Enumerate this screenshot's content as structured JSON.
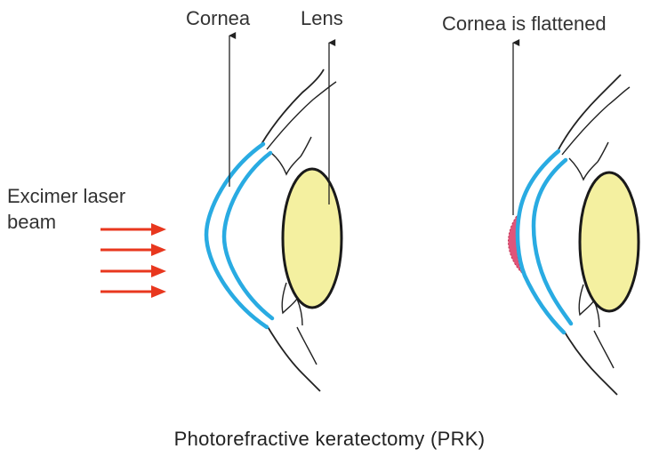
{
  "labels": {
    "cornea": "Cornea",
    "lens": "Lens",
    "cornea_flattened": "Cornea is flattened",
    "laser_line1": "Excimer laser",
    "laser_line2": "beam"
  },
  "caption": "Photorefractive keratectomy (PRK)",
  "colors": {
    "cornea": "#29abe2",
    "lens_fill": "#f4f0a0",
    "lens_stroke": "#1a1a1a",
    "laser_arrow": "#e8371e",
    "ablated_tissue": "#e0557a",
    "line": "#222222"
  }
}
